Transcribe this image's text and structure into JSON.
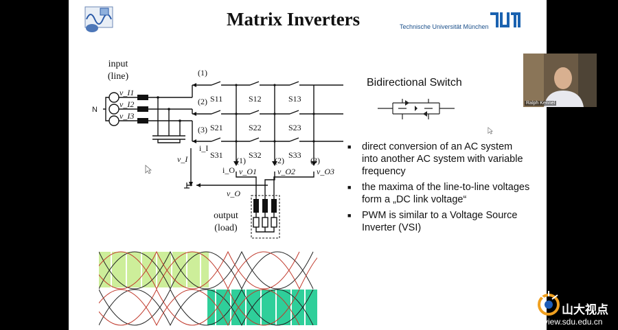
{
  "slide": {
    "title": "Matrix Inverters",
    "university": "Technische Universität München",
    "tum_logo": "TUM"
  },
  "circuit": {
    "input_label_1": "input",
    "input_label_2": "(line)",
    "neutral": "N",
    "sources": [
      "v_I1",
      "v_I2",
      "v_I3"
    ],
    "bus_labels": [
      "(1)",
      "(2)",
      "(3)"
    ],
    "switches": [
      "S11",
      "S12",
      "S13",
      "S21",
      "S22",
      "S23",
      "S31",
      "S32",
      "S33"
    ],
    "current_input": "i_I",
    "current_output": "i_O",
    "voltage_input": "v_I",
    "voltage_output": "v_O",
    "output_phase_labels": [
      "(1)",
      "(2)",
      "(3)"
    ],
    "output_voltages": [
      "v_O1",
      "v_O2",
      "v_O3"
    ],
    "output_label_1": "output",
    "output_label_2": "(load)"
  },
  "bidirectional": {
    "title": "Bidirectional Switch"
  },
  "bullets": [
    "direct conversion of an AC system into another AC system with variable frequency",
    "the maxima of the line-to-line voltages form a „DC link voltage“",
    "PWM is similar to a Voltage Source Inverter (VSI)"
  ],
  "video": {
    "participant_name": "Ralph Kennel"
  },
  "watermark": {
    "text": "山大视点",
    "url": "view.sdu.edu.cn"
  }
}
